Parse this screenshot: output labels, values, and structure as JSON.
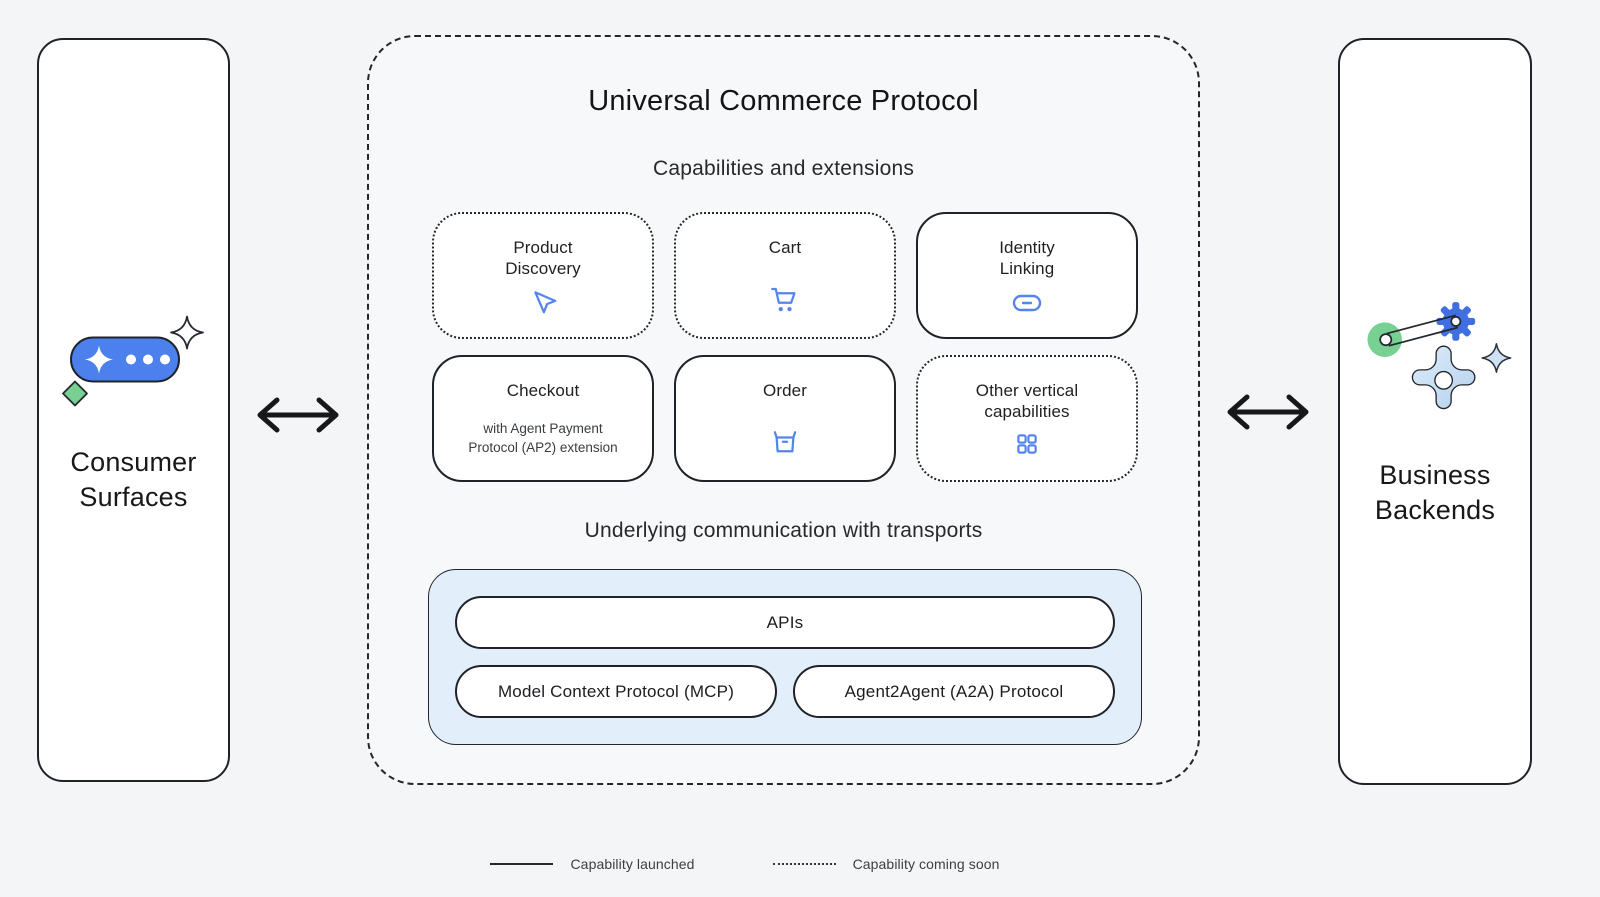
{
  "left_panel": {
    "title": "Consumer\nSurfaces"
  },
  "right_panel": {
    "title": "Business\nBackends"
  },
  "protocol": {
    "title": "Universal Commerce Protocol",
    "capabilities_heading": "Capabilities and extensions",
    "capabilities": [
      {
        "name": "Product\nDiscovery",
        "status": "coming-soon",
        "icon": "send-icon"
      },
      {
        "name": "Cart",
        "status": "coming-soon",
        "icon": "cart-icon"
      },
      {
        "name": "Identity\nLinking",
        "status": "launched",
        "icon": "link-icon"
      },
      {
        "name": "Checkout",
        "subtitle": "with Agent Payment\nProtocol (AP2) extension",
        "status": "launched",
        "icon": "none"
      },
      {
        "name": "Order",
        "status": "launched",
        "icon": "order-box-icon"
      },
      {
        "name": "Other vertical\ncapabilities",
        "status": "coming-soon",
        "icon": "grid-icon"
      }
    ],
    "transport_heading": "Underlying communication with transports",
    "transports": [
      "APIs",
      "Model Context Protocol (MCP)",
      "Agent2Agent (A2A) Protocol"
    ]
  },
  "legend": {
    "launched_label": "Capability launched",
    "coming_soon_label": "Capability coming soon"
  },
  "colors": {
    "background": "#f4f5f7",
    "panel_border": "#1f2228",
    "capability_icon_blue": "#5585ec",
    "consumer_pill_blue": "#4b80ed",
    "accent_green": "#79d093",
    "transport_bg_blue": "#e2eef9",
    "gear_blue": "#3f6fe0",
    "soft_blue_fill": "#cde3f5"
  }
}
